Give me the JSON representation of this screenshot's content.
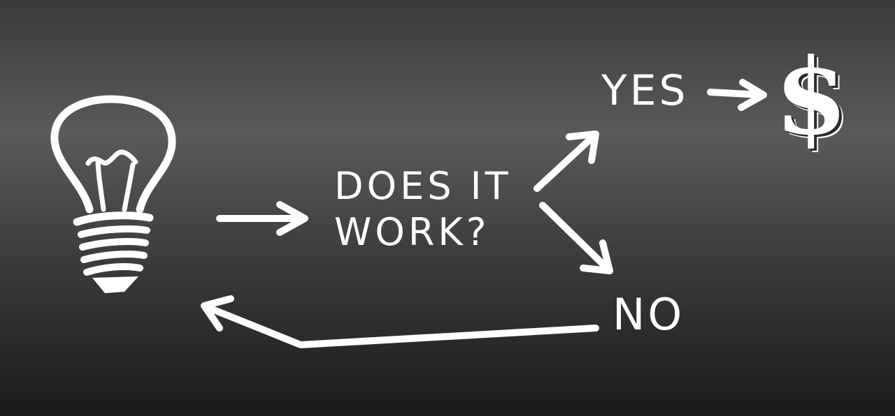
{
  "diagram": {
    "question_line1": "DOES IT",
    "question_line2": "WORK?",
    "yes_label": "YES",
    "no_label": "NO",
    "dollar_symbol": "$"
  },
  "icons": {
    "idea": "lightbulb-icon"
  },
  "colors": {
    "chalk": "#ffffff",
    "board_top": "#3b3b3b",
    "board_mid": "#5a5a5a",
    "board_bottom": "#1a1a1a"
  }
}
